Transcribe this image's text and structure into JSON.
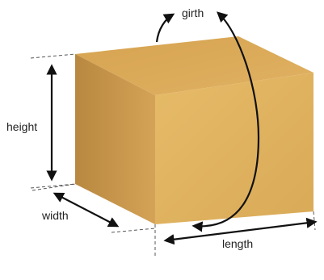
{
  "labels": {
    "girth": "girth",
    "height": "height",
    "width": "width",
    "length": "length"
  },
  "colors": {
    "top_face": "#d8a655",
    "front_face": "#e4b864",
    "side_face": "#c7964b",
    "arrow": "#111111"
  }
}
